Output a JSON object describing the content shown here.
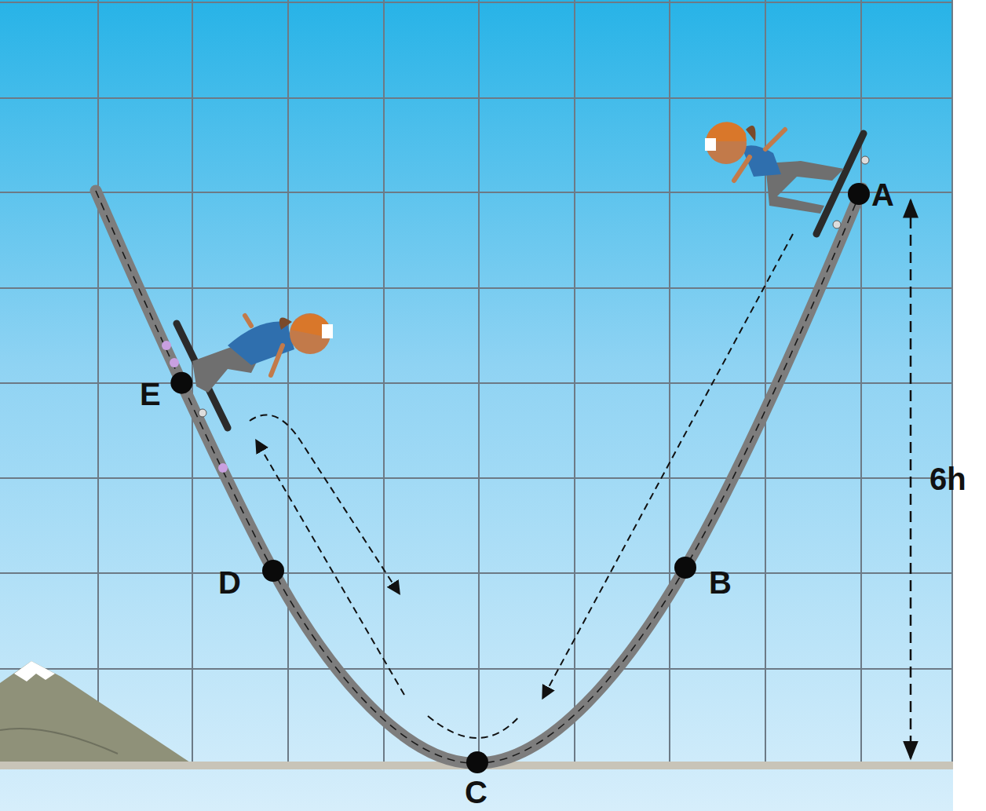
{
  "diagram": {
    "labels": [
      "A",
      "B",
      "C",
      "D",
      "E",
      "6h"
    ]
  }
}
